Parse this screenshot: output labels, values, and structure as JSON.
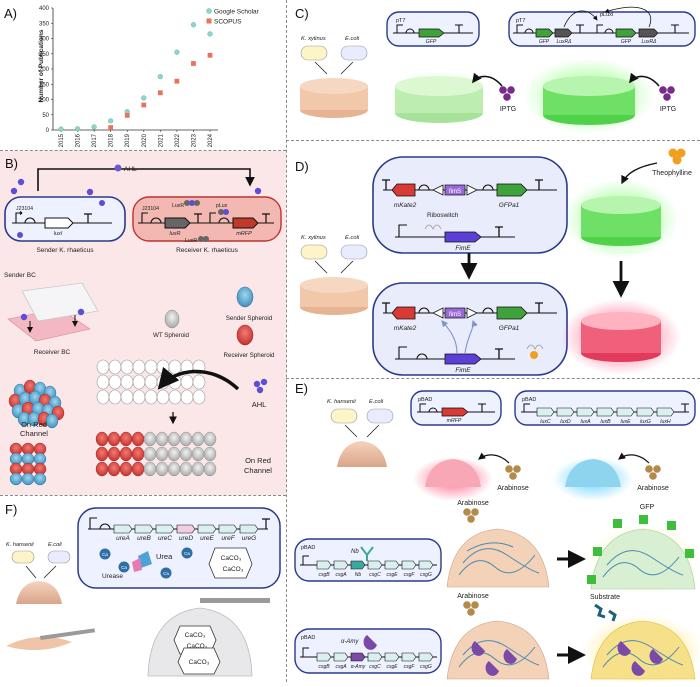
{
  "panels": {
    "a": "A)",
    "b": "B)",
    "c": "C)",
    "d": "D)",
    "e": "E)",
    "f": "F)"
  },
  "chart_data": {
    "type": "scatter",
    "ylabel": "Number of Publications",
    "categories": [
      "2015",
      "2016",
      "2017",
      "2018",
      "2019",
      "2020",
      "2021",
      "2022",
      "2023",
      "2024"
    ],
    "ylim": [
      0,
      400
    ],
    "yticks": [
      "0",
      "50",
      "100",
      "150",
      "200",
      "250",
      "300",
      "350",
      "400"
    ],
    "legend_position": "top-right",
    "series": [
      {
        "name": "Google Scholar",
        "color": "#8fd6c8",
        "values": [
          3,
          4,
          10,
          30,
          60,
          105,
          175,
          255,
          345,
          315
        ]
      },
      {
        "name": "SCOPUS",
        "color": "#e8735a",
        "values": [
          null,
          null,
          null,
          8,
          48,
          82,
          122,
          160,
          218,
          245
        ]
      }
    ]
  },
  "panel_b": {
    "signal": "AHL",
    "promoter_sender": "J23104",
    "gene_sender": "luxI",
    "promoter_receiver": "J23104",
    "luxr_bound": "LuxR",
    "gene_luxr": "luxR",
    "plux": "pLux",
    "luxr_label": "LuxR",
    "gene_reporter": "mRFP",
    "sender_label": "Sender K. rhaeticus",
    "receiver_label": "Receiver K. rhaeticus",
    "sender_bc": "Sender BC",
    "receiver_bc": "Receiver BC",
    "wt_spheroid": "WT Spheroid",
    "sender_spheroid": "Sender Spheroid",
    "receiver_spheroid": "Receiver Spheroid",
    "ahl_label": "AHL",
    "channel1_line1": "On Red",
    "channel1_line2": "Channel",
    "channel2_line1": "On Red",
    "channel2_line2": "Channel"
  },
  "panel_c": {
    "organism1": "K. xylinus",
    "organism2": "E.coli",
    "pt7": "pT7",
    "gfp": "GFP",
    "pt7_b": "pT7",
    "pluxi": "pLuxI",
    "gfp_b1": "GFP",
    "luxra_1": "LuxRΔ",
    "gfp_b2": "GFP",
    "luxra_2": "LuxRΔ",
    "inducer1": "IPTG",
    "inducer2": "IPTG"
  },
  "panel_d": {
    "organism1": "K. xylinus",
    "organism2": "E.coli",
    "theophylline": "Theophylline",
    "mkate_top": "mKate2",
    "fims_top": "fimS",
    "gfpa1_top": "GFPa1",
    "riboswitch": "Riboswitch",
    "fime_top": "FimE",
    "mkate_bot": "mKate2",
    "fims_bot": "fimS",
    "gfpa1_bot": "GFPa1",
    "fime_bot": "FimE"
  },
  "panel_e": {
    "organism1": "K. hansenii",
    "organism2": "E.coli",
    "pbad1": "pBAD",
    "mrfp": "mRFP",
    "pbad2": "pBAD",
    "lux_genes": [
      "luxC",
      "luxD",
      "luxA",
      "luxB",
      "luxE",
      "luxG",
      "luxH"
    ],
    "arabinose1": "Arabinose",
    "arabinose2": "Arabinose",
    "pbad3": "pBAD",
    "nb_protein": "Nb",
    "row3_genes": [
      "csgB",
      "csgA",
      "Nb",
      "csgC",
      "csgE",
      "csgF",
      "csgG"
    ],
    "arabinose3": "Arabinose",
    "gfp_label": "GFP",
    "pbad4": "pBAD",
    "amy_protein": "α-Amy",
    "row4_genes": [
      "csgB",
      "csgA",
      "α-Amy",
      "csgC",
      "csgE",
      "csgF",
      "csgG"
    ],
    "arabinose4": "Arabinose",
    "substrate": "Substrate"
  },
  "panel_f": {
    "organism1": "K. hansenii",
    "organism2": "E.coli",
    "ure_genes": [
      "ureA",
      "ureB",
      "ureC",
      "ureD",
      "ureE",
      "ureF",
      "ureG"
    ],
    "urea": "Urea",
    "urease": "Urease",
    "ca": "Ca",
    "caco3": "CaCO₃",
    "caco3_b": "CaCO₃"
  }
}
